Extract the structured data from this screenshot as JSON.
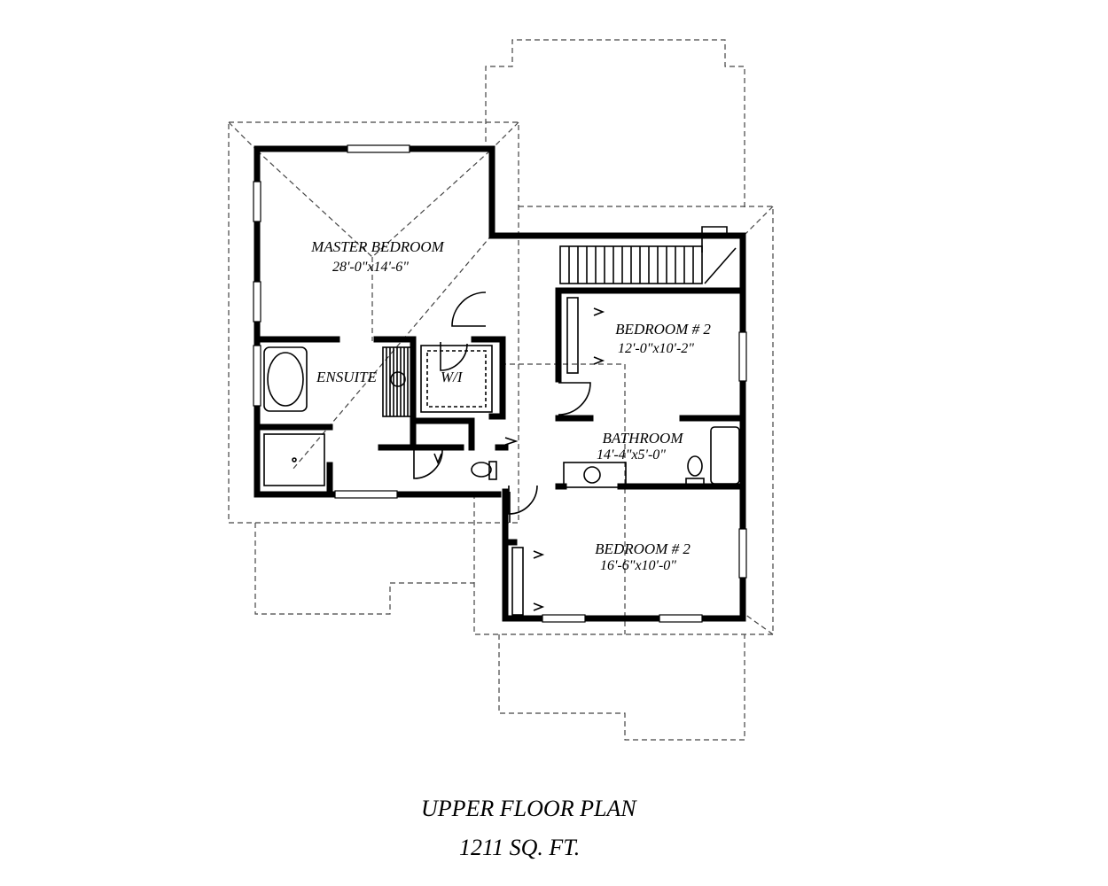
{
  "rooms": {
    "master": {
      "name": "MASTER BEDROOM",
      "dim": "28'-0\"x14'-6\""
    },
    "ensuite": {
      "name": "ENSUITE"
    },
    "walkin": {
      "name": "W/I"
    },
    "bedroom_a": {
      "name": "BEDROOM # 2",
      "dim": "12'-0\"x10'-2\""
    },
    "bathroom": {
      "name": "BATHROOM",
      "dim": "14'-4\"x5'-0\""
    },
    "bedroom_b": {
      "name": "BEDROOM # 2",
      "dim": "16'-6\"x10'-0\""
    }
  },
  "footer": {
    "title": "UPPER FLOOR PLAN",
    "area": "1211 SQ. FT."
  }
}
